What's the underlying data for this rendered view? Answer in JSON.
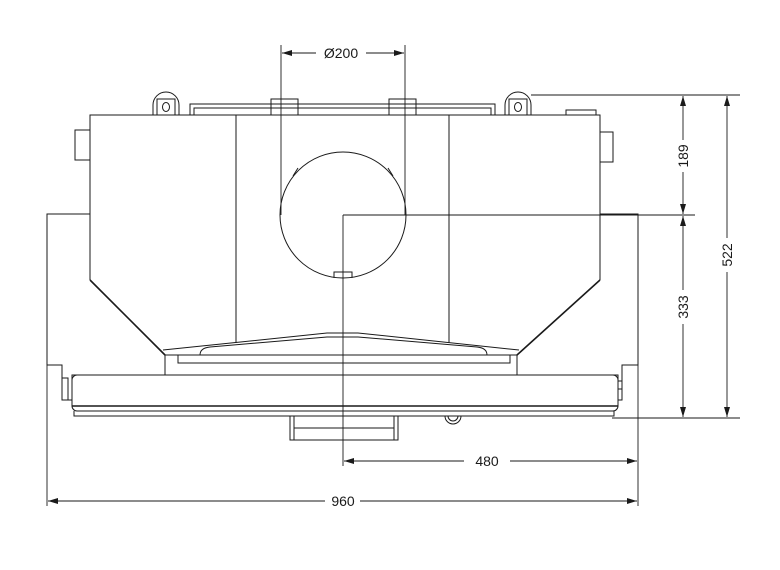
{
  "drawing": {
    "title": "Stove front view dimension drawing",
    "dimensions": {
      "flue_diameter": "Ø200",
      "flue_height_above_center": "189",
      "center_height": "333",
      "total_height": "522",
      "half_width": "480",
      "total_width": "960"
    },
    "line_color": "#1a1a1a",
    "background": "#ffffff"
  }
}
